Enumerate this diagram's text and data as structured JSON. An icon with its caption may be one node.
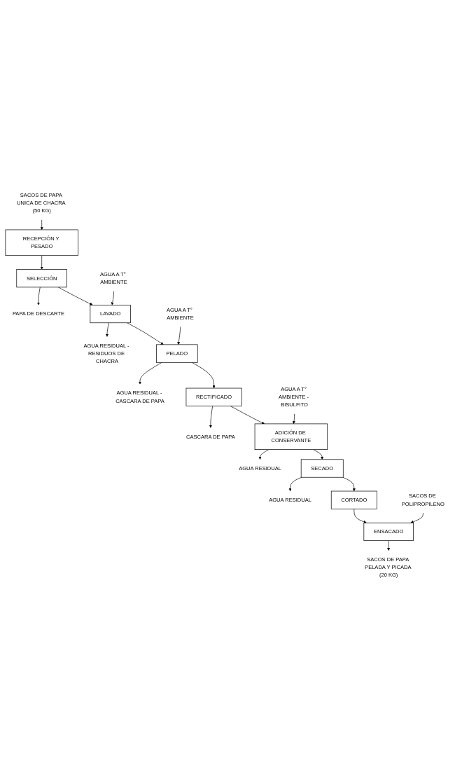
{
  "diagram": {
    "nodes": [
      {
        "text": [
          "SACOS DE PAPA UNICA DE CHACRA (50 KG)"
        ]
      },
      {
        "text": [
          "RECEPCIÓN Y PESADO"
        ]
      },
      {
        "text": [
          "SELECCIÓN"
        ]
      },
      {
        "text": [
          "PAPA DE DESCARTE"
        ]
      },
      {
        "text": [
          "AGUA A T° AMBIENTE"
        ]
      },
      {
        "text": [
          "LAVADO"
        ]
      },
      {
        "text": [
          "AGUA RESIDUAL - RESIDUOS DE CHACRA"
        ]
      },
      {
        "text": [
          "AGUA A T° AMBIENTE"
        ]
      },
      {
        "text": [
          "PELADO"
        ]
      },
      {
        "text": [
          "AGUA RESIDUAL - CASCARA DE PAPA"
        ]
      },
      {
        "text": [
          "RECTIFICADO"
        ]
      },
      {
        "text": [
          "CASCARA DE PAPA"
        ]
      },
      {
        "text": [
          "AGUA A T° AMBIENTE - BISULFITO"
        ]
      },
      {
        "text": [
          "ADICIÓN DE CONSERVANTE"
        ]
      },
      {
        "text": [
          "AGUA RESIDUAL"
        ]
      },
      {
        "text": [
          "SECADO"
        ]
      },
      {
        "text": [
          "AGUA RESIDUAL"
        ]
      },
      {
        "text": [
          "CORTADO"
        ]
      },
      {
        "text": [
          "SACOS DE POLIPROPILENO"
        ]
      },
      {
        "text": [
          "ENSACADO"
        ]
      },
      {
        "text": [
          "SACOS DE PAPA PELADA Y PICADA (20 KG)"
        ]
      }
    ],
    "edges": [
      {
        "from": 0,
        "to": 1,
        "arrow": "to"
      },
      {
        "from": 1,
        "to": 2,
        "arrow": "to"
      },
      {
        "from": 2,
        "to": 3,
        "arrow": "to"
      },
      {
        "from": 2,
        "to": 5,
        "arrow": "to"
      },
      {
        "from": 4,
        "to": 5,
        "arrow": "to"
      },
      {
        "from": 5,
        "to": 6,
        "arrow": "to"
      },
      {
        "from": 5,
        "to": 8,
        "arrow": "to"
      },
      {
        "from": 7,
        "to": 8,
        "arrow": "to"
      },
      {
        "from": 8,
        "to": 9,
        "arrow": "to"
      },
      {
        "from": 8,
        "to": 10,
        "arrow": "to"
      },
      {
        "from": 10,
        "to": 11,
        "arrow": "to"
      },
      {
        "from": 10,
        "to": 13,
        "arrow": "to"
      },
      {
        "from": 12,
        "to": 13,
        "arrow": "to"
      },
      {
        "from": 13,
        "to": 14,
        "arrow": "to"
      },
      {
        "from": 13,
        "to": 15,
        "arrow": "to"
      },
      {
        "from": 15,
        "to": 16,
        "arrow": "to"
      },
      {
        "from": 15,
        "to": 17,
        "arrow": "to"
      },
      {
        "from": 17,
        "to": 19,
        "arrow": "to"
      },
      {
        "from": 18,
        "to": 19,
        "arrow": "to"
      },
      {
        "from": 19,
        "to": 20,
        "arrow": "to"
      }
    ]
  }
}
